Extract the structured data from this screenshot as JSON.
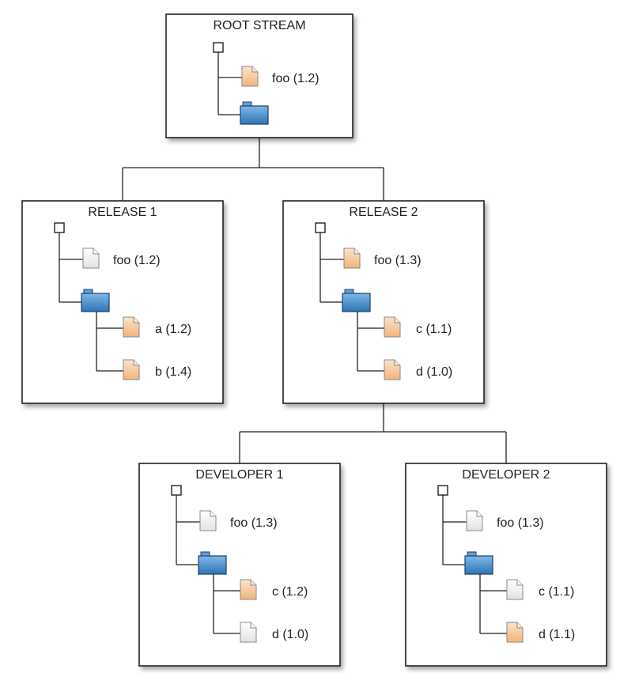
{
  "colors": {
    "file_modified": "#f4c08e",
    "file_unmodified": "#eeeeee",
    "folder": "#3f86c6",
    "line": "#222222"
  },
  "streams": [
    {
      "id": "root",
      "title": "ROOT STREAM",
      "items": [
        {
          "type": "file",
          "label": "foo (1.2)",
          "modified": true
        },
        {
          "type": "folder",
          "label": "",
          "children": []
        }
      ]
    },
    {
      "id": "release1",
      "title": "RELEASE 1",
      "items": [
        {
          "type": "file",
          "label": "foo (1.2)",
          "modified": false
        },
        {
          "type": "folder",
          "label": "",
          "children": [
            {
              "type": "file",
              "label": "a (1.2)",
              "modified": true
            },
            {
              "type": "file",
              "label": "b (1.4)",
              "modified": true
            }
          ]
        }
      ]
    },
    {
      "id": "release2",
      "title": "RELEASE 2",
      "items": [
        {
          "type": "file",
          "label": "foo (1.3)",
          "modified": true
        },
        {
          "type": "folder",
          "label": "",
          "children": [
            {
              "type": "file",
              "label": "c (1.1)",
              "modified": true
            },
            {
              "type": "file",
              "label": "d (1.0)",
              "modified": true
            }
          ]
        }
      ]
    },
    {
      "id": "developer1",
      "title": "DEVELOPER 1",
      "items": [
        {
          "type": "file",
          "label": "foo (1.3)",
          "modified": false
        },
        {
          "type": "folder",
          "label": "",
          "children": [
            {
              "type": "file",
              "label": "c (1.2)",
              "modified": true
            },
            {
              "type": "file",
              "label": "d (1.0)",
              "modified": false
            }
          ]
        }
      ]
    },
    {
      "id": "developer2",
      "title": "DEVELOPER 2",
      "items": [
        {
          "type": "file",
          "label": "foo (1.3)",
          "modified": false
        },
        {
          "type": "folder",
          "label": "",
          "children": [
            {
              "type": "file",
              "label": "c (1.1)",
              "modified": false
            },
            {
              "type": "file",
              "label": "d (1.1)",
              "modified": true
            }
          ]
        }
      ]
    }
  ],
  "edges": [
    {
      "from": "root",
      "to": "release1"
    },
    {
      "from": "root",
      "to": "release2"
    },
    {
      "from": "release2",
      "to": "developer1"
    },
    {
      "from": "release2",
      "to": "developer2"
    }
  ]
}
